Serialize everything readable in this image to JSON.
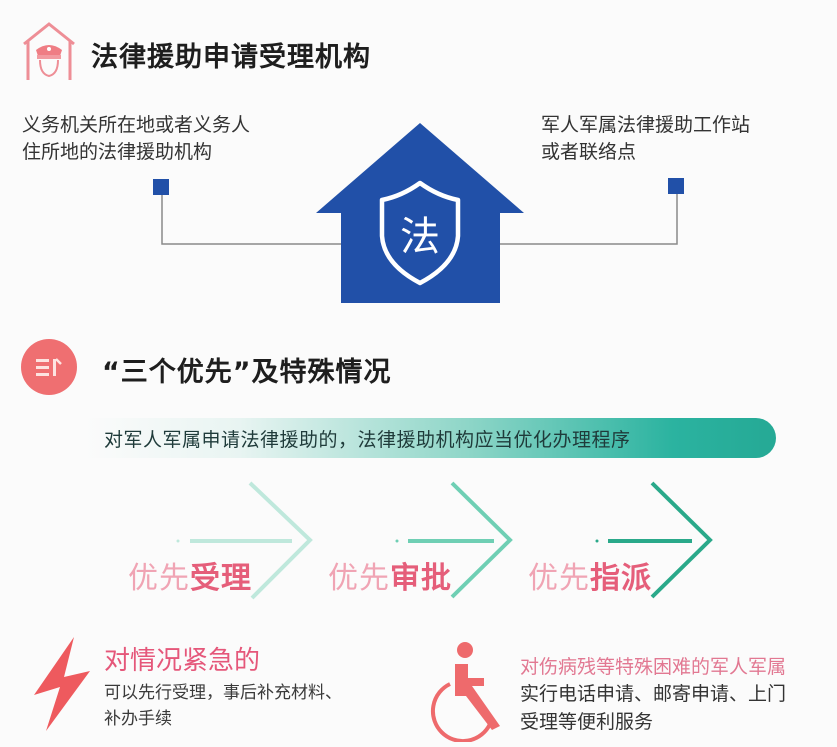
{
  "section1": {
    "icon": "guard-house-icon",
    "title": "法律援助申请受理机构",
    "left_option": {
      "line1": "义务机关所在地或者义务人",
      "line2": "住所地的法律援助机构"
    },
    "right_option": {
      "line1": "军人军属法律援助工作站",
      "line2": "或者联络点"
    },
    "center_icon": "law-shield-house-icon",
    "center_glyph": "法"
  },
  "section2": {
    "icon": "priority-list-icon",
    "title": "“三个优先”及特殊情况",
    "banner_text": "对军人军属申请法律援助的，法律援助机构应当优化办理程序",
    "steps": [
      {
        "prefix": "优先",
        "action": "受理",
        "arrow_color": "#bfe8dc"
      },
      {
        "prefix": "优先",
        "action": "审批",
        "arrow_color": "#6fcfb4"
      },
      {
        "prefix": "优先",
        "action": "指派",
        "arrow_color": "#2aa98a"
      }
    ]
  },
  "special_cases": [
    {
      "icon": "lightning-icon",
      "title": "对情况紧急的",
      "line1": "可以先行受理，事后补充材料、",
      "line2": "补办手续"
    },
    {
      "icon": "wheelchair-icon",
      "title": "对伤病残等特殊困难的军人军属",
      "line1": "实行电话申请、邮寄申请、上门",
      "line2": "受理等便利服务"
    }
  ],
  "colors": {
    "primary_blue": "#2150a8",
    "accent_pink": "#ee6a6a",
    "teal": "#2bb3a0",
    "connector_gray": "#8a8a8a"
  }
}
